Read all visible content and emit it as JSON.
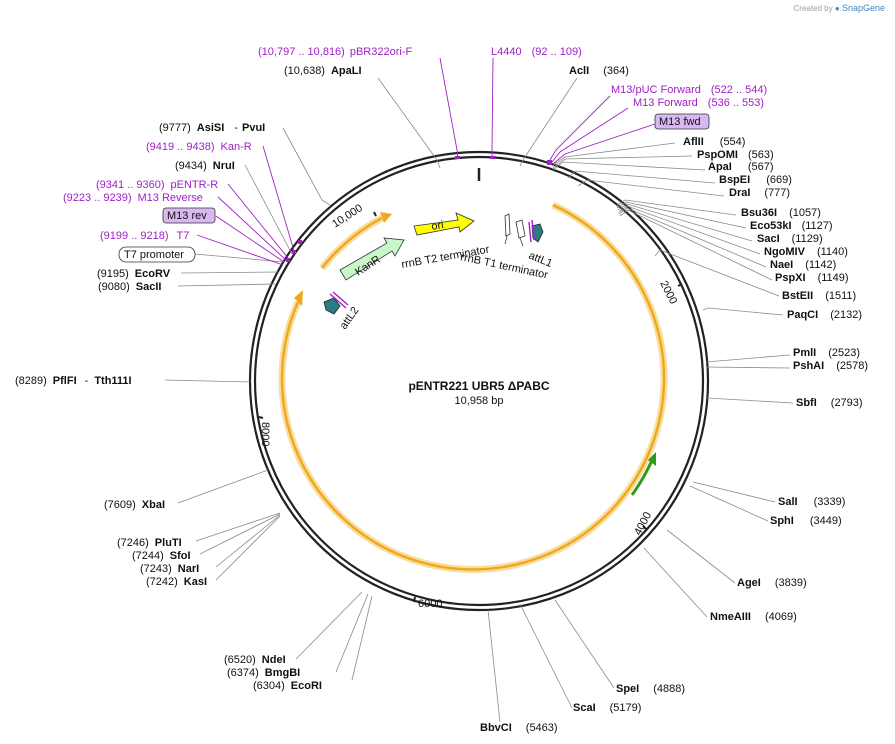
{
  "credit": {
    "created_by": "Created by",
    "brand": "SnapGene"
  },
  "map": {
    "name": "pENTR221 UBR5 ΔPABC",
    "length": "10,958 bp",
    "ticks": [
      "2000",
      "4000",
      "6000",
      "8000",
      "10,000"
    ]
  },
  "features": {
    "ori": "ori",
    "kanr": "KanR",
    "rrnb_t2": "rrnB T2 terminator",
    "rrnb_t1": "rrnB T1 terminator",
    "attl1": "attL1",
    "attl2": "attL2"
  },
  "sites": {
    "apali": {
      "pos": "(10,638)",
      "name": "ApaLI"
    },
    "acli": {
      "name": "AclI",
      "pos": "(364)"
    },
    "aflii": {
      "name": "AflII",
      "pos": "(554)"
    },
    "pspomi": {
      "name": "PspOMI",
      "pos": "(563)"
    },
    "apai": {
      "name": "ApaI",
      "pos": "(567)"
    },
    "bspei": {
      "name": "BspEI",
      "pos": "(669)"
    },
    "drai": {
      "name": "DraI",
      "pos": "(777)"
    },
    "bsu36i": {
      "name": "Bsu36I",
      "pos": "(1057)"
    },
    "eco53ki": {
      "name": "Eco53kI",
      "pos": "(1127)"
    },
    "saci": {
      "name": "SacI",
      "pos": "(1129)"
    },
    "ngomiv": {
      "name": "NgoMIV",
      "pos": "(1140)"
    },
    "naei": {
      "name": "NaeI",
      "pos": "(1142)"
    },
    "pspxi": {
      "name": "PspXI",
      "pos": "(1149)"
    },
    "bsteii": {
      "name": "BstEII",
      "pos": "(1511)"
    },
    "paqci": {
      "name": "PaqCI",
      "pos": "(2132)"
    },
    "pmli": {
      "name": "PmlI",
      "pos": "(2523)"
    },
    "pshai": {
      "name": "PshAI",
      "pos": "(2578)"
    },
    "sbfi": {
      "name": "SbfI",
      "pos": "(2793)"
    },
    "sali": {
      "name": "SalI",
      "pos": "(3339)"
    },
    "sphi": {
      "name": "SphI",
      "pos": "(3449)"
    },
    "agei": {
      "name": "AgeI",
      "pos": "(3839)"
    },
    "nmeaiii": {
      "name": "NmeAIII",
      "pos": "(4069)"
    },
    "spei": {
      "name": "SpeI",
      "pos": "(4888)"
    },
    "scai": {
      "name": "ScaI",
      "pos": "(5179)"
    },
    "bbvci": {
      "name": "BbvCI",
      "pos": "(5463)"
    },
    "ecori": {
      "pos": "(6304)",
      "name": "EcoRI"
    },
    "bmgbi": {
      "pos": "(6374)",
      "name": "BmgBI"
    },
    "ndei": {
      "pos": "(6520)",
      "name": "NdeI"
    },
    "kasi": {
      "pos": "(7242)",
      "name": "KasI"
    },
    "nari": {
      "pos": "(7243)",
      "name": "NarI"
    },
    "sfoi": {
      "pos": "(7244)",
      "name": "SfoI"
    },
    "pluti": {
      "pos": "(7246)",
      "name": "PluTI"
    },
    "xbai": {
      "pos": "(7609)",
      "name": "XbaI"
    },
    "pflfi": {
      "pos": "(8289)",
      "name": "PflFI",
      "sep": "-",
      "name2": "Tth111I"
    },
    "sacii": {
      "pos": "(9080)",
      "name": "SacII"
    },
    "ecorv": {
      "pos": "(9195)",
      "name": "EcoRV"
    },
    "nrui": {
      "pos": "(9434)",
      "name": "NruI"
    },
    "asisi": {
      "pos": "(9777)",
      "name": "AsiSI",
      "sep": "-",
      "name2": "PvuI"
    }
  },
  "primers": {
    "pbr322": {
      "range": "(10,797 .. 10,816)",
      "name": "pBR322ori-F"
    },
    "l4440": {
      "name": "L4440",
      "range": "(92 .. 109)"
    },
    "m13puc": {
      "name": "M13/pUC Forward",
      "range": "(522 .. 544)"
    },
    "m13fwd_primer": {
      "name": "M13 Forward",
      "range": "(536 .. 553)"
    },
    "m13fwd_box": "M13 fwd",
    "kanr": {
      "range": "(9419 .. 9438)",
      "name": "Kan-R"
    },
    "pentr": {
      "range": "(9341 .. 9360)",
      "name": "pENTR-R"
    },
    "m13rev_primer": {
      "range": "(9223 .. 9239)",
      "name": "M13 Reverse"
    },
    "m13rev_box": "M13 rev",
    "t7": {
      "range": "(9199 .. 9218)",
      "name": "T7"
    },
    "t7prom": "T7 promoter"
  },
  "colors": {
    "backbone": "#222222",
    "orf": "#f0a818",
    "orf_glow": "#f8dca0",
    "ori": "#ffff00",
    "kanr": "#c8f8c8",
    "att": "#2c7a84",
    "primer": "#a020c8",
    "primer_box": "#d8b8f0",
    "green_arrow": "#2e9a1e"
  }
}
